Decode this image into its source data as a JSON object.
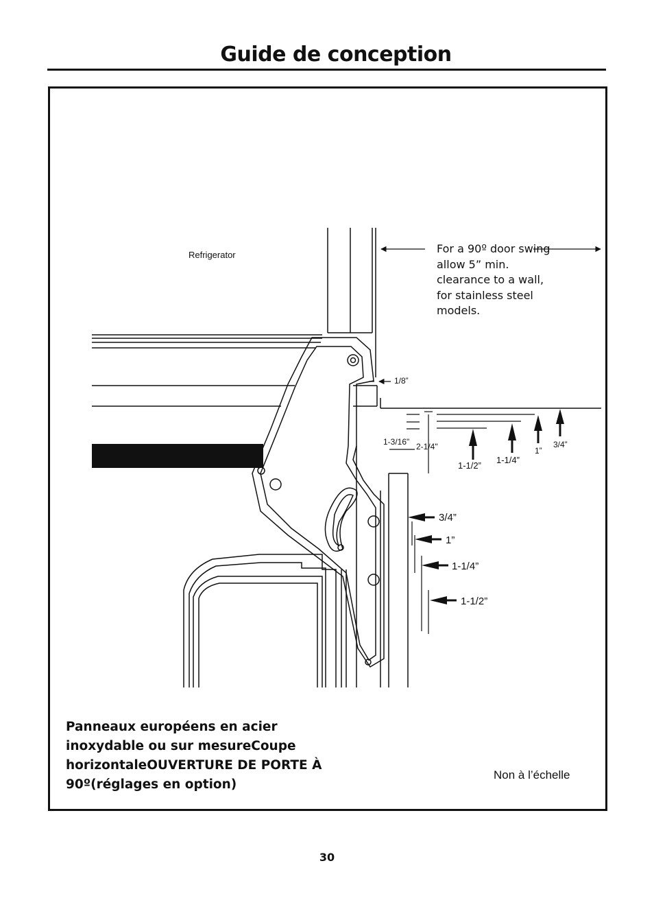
{
  "header": {
    "title": "Guide de conception"
  },
  "diagram": {
    "refrigerator_label": "Refrigerator",
    "clearance_note": "For a 90º door swing allow 5” min. clearance to a wall, for stainless steel models.",
    "dim_top_gap": "1/8”",
    "dim_offset_left": "1-3/16\"",
    "dim_offset_depth": "2-1/4\"",
    "top_row_labels": [
      "1-1/2”",
      "1-1/4”",
      "1”",
      "3/4”"
    ],
    "side_labels": [
      "3/4”",
      "1”",
      "1-1/4”",
      "1-1/2”"
    ]
  },
  "caption": "Panneaux européens en acier inoxydable ou sur mesureCoupe horizontaleOUVERTURE DE PORTE À 90º(réglages en option)",
  "scale_note": "Non à l’échelle",
  "page_number": "30"
}
